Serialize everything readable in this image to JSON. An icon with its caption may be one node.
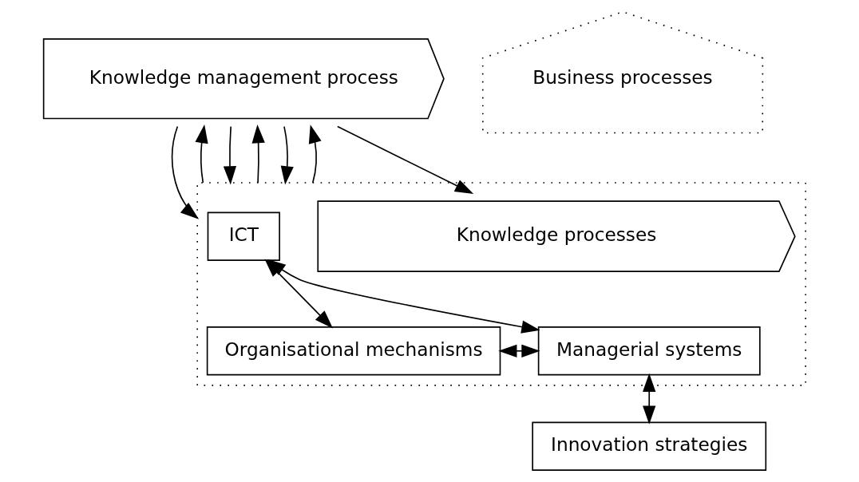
{
  "diagram": {
    "nodes": [
      {
        "text": [
          "Knowledge management process"
        ]
      },
      {
        "text": [],
        "shape": "box"
      },
      {
        "text": [
          "Knowledge processes"
        ],
        "in": 1
      },
      {
        "text": [
          "ICT"
        ],
        "in": 1
      },
      {
        "text": [
          "Organisational mechanisms"
        ],
        "in": 1
      },
      {
        "text": [
          "Managerial systems"
        ],
        "in": 1
      },
      {
        "text": [
          "Business processes"
        ]
      },
      {
        "text": [
          "Innovation strategies"
        ]
      }
    ],
    "edges": [
      {
        "from": 0,
        "to": 1,
        "arrow": "to"
      },
      {
        "from": 1,
        "to": 0,
        "arrow": "to"
      },
      {
        "from": 0,
        "to": 1,
        "arrow": "to"
      },
      {
        "from": 1,
        "to": 0,
        "arrow": "to"
      },
      {
        "from": 0,
        "to": 1,
        "arrow": "to"
      },
      {
        "from": 1,
        "to": 0,
        "arrow": "to"
      },
      {
        "from": 0,
        "to": 2,
        "arrow": "to"
      },
      {
        "from": 3,
        "to": 4,
        "arrow": "both"
      },
      {
        "from": 3,
        "to": 5,
        "arrow": "both"
      },
      {
        "from": 4,
        "to": 5,
        "arrow": "both"
      },
      {
        "from": 5,
        "to": 7,
        "arrow": "both"
      }
    ]
  }
}
